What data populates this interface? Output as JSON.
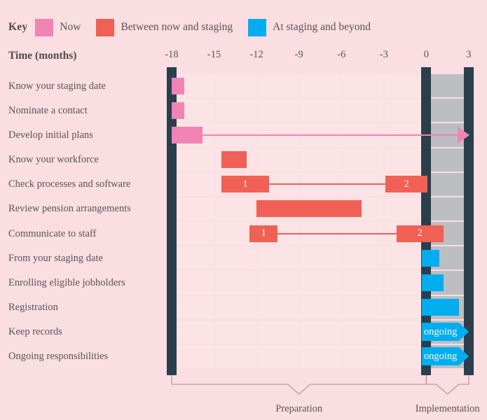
{
  "legend": {
    "key_word": "Key",
    "items": [
      {
        "label": "Now",
        "color": "#F084B4",
        "icon": "pink-swatch"
      },
      {
        "label": "Between now and staging",
        "color": "#F06055",
        "icon": "red-swatch"
      },
      {
        "label": "At staging and beyond",
        "color": "#00AEEF",
        "icon": "blue-swatch"
      }
    ]
  },
  "axis": {
    "title": "Time (months)",
    "ticks": [
      "-18",
      "-15",
      "-12",
      "-9",
      "-6",
      "-3",
      "0",
      "3"
    ],
    "tick_values": [
      -18,
      -15,
      -12,
      -9,
      -6,
      -3,
      0,
      3
    ]
  },
  "brackets": [
    {
      "label": "Preparation",
      "from": -18,
      "to": 0
    },
    {
      "label": "Implementation",
      "from": 0,
      "to": 3
    }
  ],
  "colors": {
    "background": "#FADEE1",
    "plot_background": "#FCE3E6",
    "gridline": "#FADEE1",
    "dark_marker": "#2B3E4C",
    "implementation_zone": "#BCBEC2",
    "now": "#F084B4",
    "between": "#F06055",
    "staging": "#00AEEF",
    "text": "#5A5358"
  },
  "chart_data": {
    "type": "bar",
    "title": "",
    "xlabel": "Time (months)",
    "ylabel": "",
    "xlim": [
      -18,
      3
    ],
    "grid": true,
    "legend_position": "top",
    "categories": [
      "Know your staging date",
      "Nominate a contact",
      "Develop initial plans",
      "Know your workforce",
      "Check processes and software",
      "Review pension arrangements",
      "Communicate to staff",
      "From your staging date",
      "Enrolling eligible jobholders",
      "Registration",
      "Keep records",
      "Ongoing responsibilities"
    ],
    "tasks": [
      {
        "label": "Know your staging date",
        "segments": [
          {
            "start": -18.0,
            "end": -17.1,
            "color": "now"
          }
        ]
      },
      {
        "label": "Nominate a contact",
        "segments": [
          {
            "start": -18.0,
            "end": -17.1,
            "color": "now"
          }
        ]
      },
      {
        "label": "Develop initial plans",
        "segments": [
          {
            "start": -18.0,
            "end": -15.8,
            "color": "now"
          }
        ],
        "arrow_to": 3.0,
        "arrow_color": "now"
      },
      {
        "label": "Know your workforce",
        "segments": [
          {
            "start": -14.5,
            "end": -12.7,
            "color": "between"
          }
        ]
      },
      {
        "label": "Check processes and software",
        "segments": [
          {
            "start": -14.5,
            "end": -11.1,
            "color": "between",
            "marker": "1"
          },
          {
            "start": -2.9,
            "end": 0.1,
            "color": "between",
            "marker": "2"
          }
        ],
        "link": true,
        "link_color": "between"
      },
      {
        "label": "Review pension arrangements",
        "segments": [
          {
            "start": -12.0,
            "end": -4.6,
            "color": "between"
          }
        ]
      },
      {
        "label": "Communicate to staff",
        "segments": [
          {
            "start": -12.5,
            "end": -10.5,
            "color": "between",
            "marker": "1"
          },
          {
            "start": -2.1,
            "end": 1.2,
            "color": "between",
            "marker": "2"
          }
        ],
        "link": true,
        "link_color": "between"
      },
      {
        "label": "From your staging date",
        "segments": [
          {
            "start": -0.3,
            "end": 0.9,
            "color": "staging"
          }
        ]
      },
      {
        "label": "Enrolling eligible jobholders",
        "segments": [
          {
            "start": -0.3,
            "end": 1.2,
            "color": "staging"
          }
        ]
      },
      {
        "label": "Registration",
        "segments": [
          {
            "start": -0.3,
            "end": 2.3,
            "color": "staging"
          }
        ]
      },
      {
        "label": "Keep records",
        "segments": [
          {
            "start": -0.3,
            "end": 2.3,
            "color": "staging"
          }
        ],
        "ongoing": true,
        "ongoing_label": "ongoing"
      },
      {
        "label": "Ongoing responsibilities",
        "segments": [
          {
            "start": -0.3,
            "end": 2.3,
            "color": "staging"
          }
        ],
        "ongoing": true,
        "ongoing_label": "ongoing"
      }
    ],
    "markers": {
      "dark_bars_at": [
        -18,
        0,
        3
      ],
      "shaded_zone": {
        "from": 0,
        "to": 3
      }
    }
  }
}
